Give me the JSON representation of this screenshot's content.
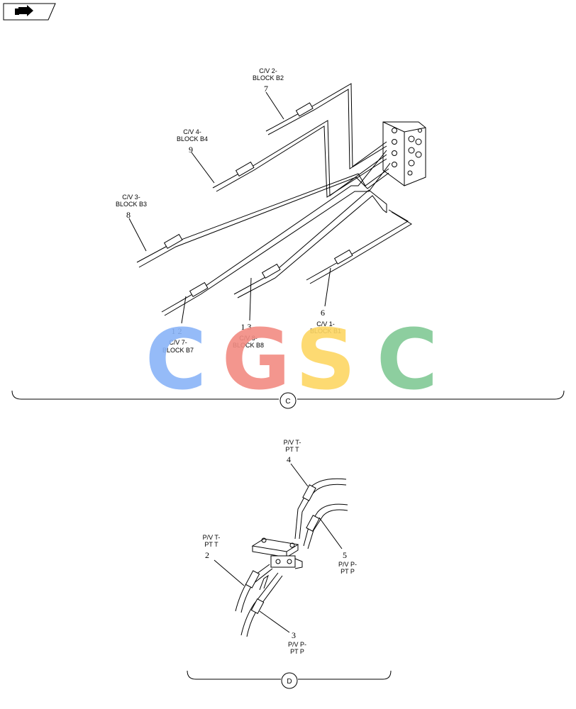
{
  "nav_icon": "arrow-tab-icon",
  "section_c": {
    "label": "C",
    "callouts": [
      {
        "id": "cv2",
        "line1": "C/V 2-",
        "line2": "BLOCK B2",
        "num": "7"
      },
      {
        "id": "cv4",
        "line1": "C/V 4-",
        "line2": "BLOCK B4",
        "num": "9"
      },
      {
        "id": "cv3",
        "line1": "C/V 3-",
        "line2": "BLOCK B3",
        "num": "8"
      },
      {
        "id": "cv7",
        "line1": "C/V 7-",
        "line2": "BLOCK B7",
        "num": "1 2"
      },
      {
        "id": "cv8",
        "line1": "C/V 8-",
        "line2": "BLOCK B8",
        "num": "1 3"
      },
      {
        "id": "cv1",
        "line1": "C/V 1-",
        "line2": "BLOCK B1",
        "num": "6"
      }
    ]
  },
  "section_d": {
    "label": "D",
    "callouts": [
      {
        "id": "pv4",
        "line1": "P/V T-",
        "line2": "PT T",
        "num": "4"
      },
      {
        "id": "pv2",
        "line1": "P/V T-",
        "line2": "PT T",
        "num": "2"
      },
      {
        "id": "pv5",
        "line1": "P/V P-",
        "line2": "PT P",
        "num": "5"
      },
      {
        "id": "pv3",
        "line1": "P/V P-",
        "line2": "PT P",
        "num": "3"
      }
    ]
  },
  "watermark": {
    "text": "CGSC",
    "letters": [
      {
        "char": "C",
        "color": "#8ab4f8"
      },
      {
        "char": "G",
        "color": "#f28b82"
      },
      {
        "char": "S",
        "color": "#fdd663"
      },
      {
        "char": "C",
        "color": "#81c995"
      }
    ]
  }
}
